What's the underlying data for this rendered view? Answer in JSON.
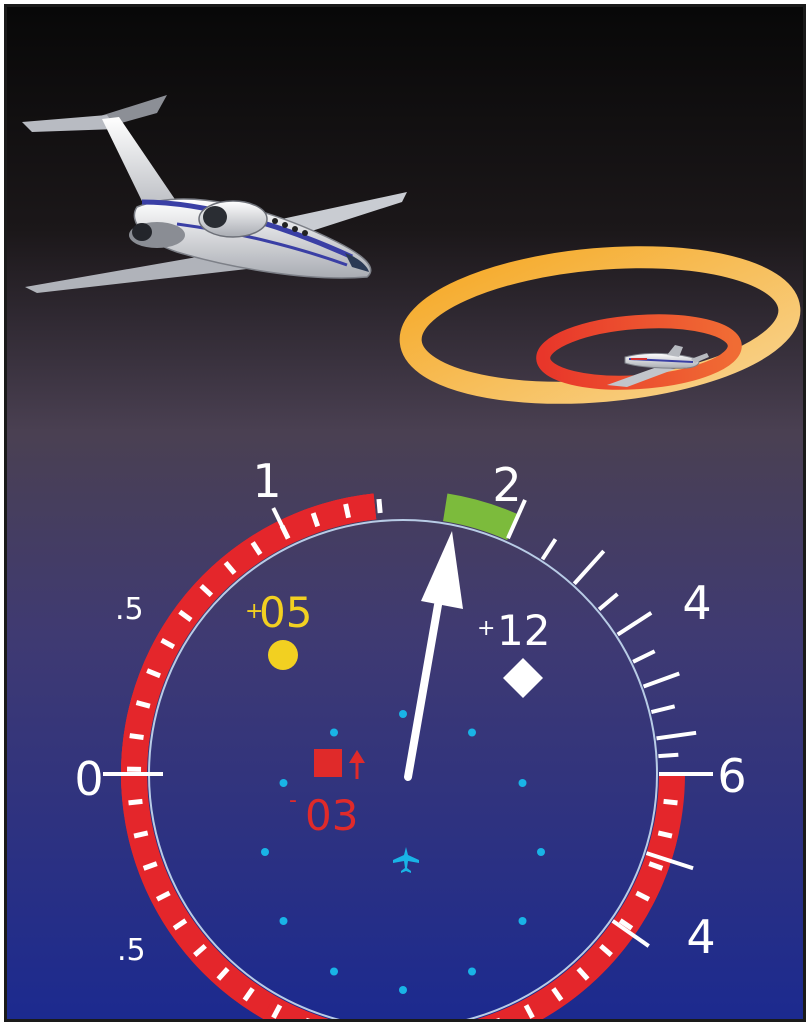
{
  "display": {
    "scale_labels": {
      "upper_left_half": ".5",
      "one": "1",
      "two": "2",
      "four_upper": "4",
      "zero": "0",
      "six": "6",
      "lower_left_half": ".5",
      "four_lower": "4"
    },
    "traffic": [
      {
        "sign": "+",
        "altitude": "05",
        "symbol": "yellow-circle",
        "color": "#f2d021"
      },
      {
        "sign": "+",
        "altitude": "12",
        "symbol": "white-diamond",
        "color": "#ffffff"
      },
      {
        "sign": "-",
        "altitude": "03",
        "symbol": "red-square",
        "trend": "climbing",
        "color": "#e02a2a"
      }
    ],
    "own_ship_color": "#19b4e6",
    "colors": {
      "red_arc": "#e4262b",
      "green_arc": "#7cbb3c",
      "needle": "#ffffff",
      "range_dots": "#19b4e6",
      "ring_orange": "#f7b42a",
      "ring_red": "#e63a27"
    }
  }
}
